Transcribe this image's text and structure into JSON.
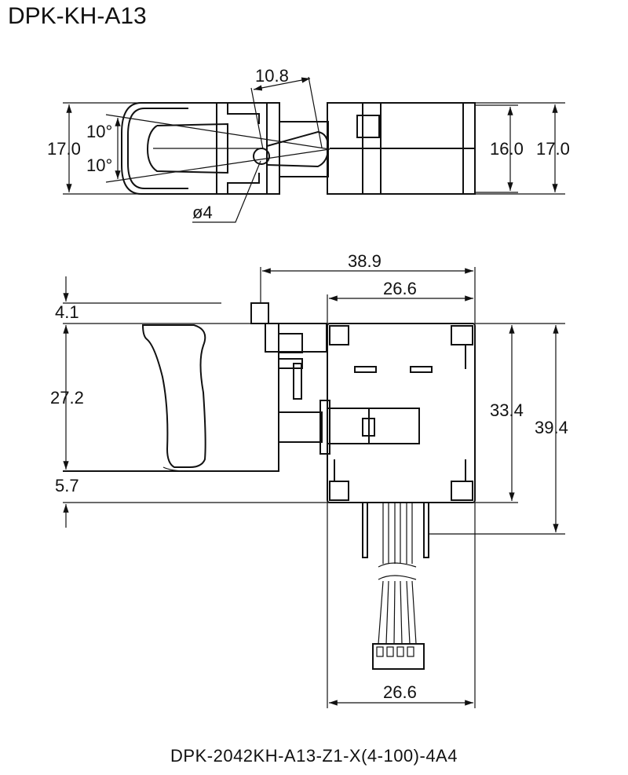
{
  "title": "DPK-KH-A13",
  "caption": "DPK-2042KH-A13-Z1-X(4-100)-4A4",
  "top_view": {
    "dim_stroke": "10.8",
    "dim_height_left": "17.0",
    "angle_up": "10°",
    "angle_down": "10°",
    "dim_shaft": "ø4",
    "dim_body_inner": "16.0",
    "dim_body_outer": "17.0"
  },
  "side_view": {
    "dim_total_length": "38.9",
    "dim_body_width": "26.6",
    "dim_top_offset": "4.1",
    "dim_trigger_height": "27.2",
    "dim_bottom_offset": "5.7",
    "dim_body_height": "33.4",
    "dim_total_height": "39.4",
    "dim_connector_span": "26.6"
  },
  "colors": {
    "line": "#111111",
    "background": "#ffffff"
  }
}
